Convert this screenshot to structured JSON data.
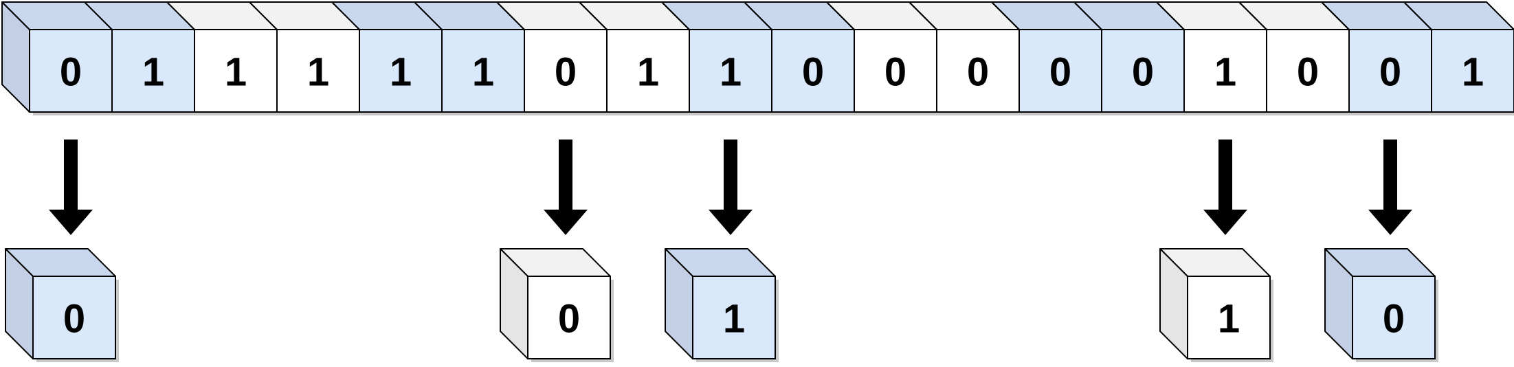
{
  "palette": {
    "blue_front": "#dae8fc",
    "blue_top": "#c9d8ef",
    "blue_side": "#c2cfe4",
    "white_front": "#ffffff",
    "white_top": "#f2f2f2",
    "white_side": "#e5e5e5",
    "stroke": "#000000",
    "arrow": "#000000",
    "shadow": "#c8c8c8"
  },
  "row": {
    "bits": [
      "0",
      "1",
      "1",
      "1",
      "1",
      "1",
      "0",
      "1",
      "1",
      "0",
      "0",
      "0",
      "0",
      "0",
      "1",
      "0",
      "0",
      "1"
    ],
    "shades": [
      "blue",
      "blue",
      "white",
      "white",
      "blue",
      "blue",
      "white",
      "white",
      "blue",
      "blue",
      "white",
      "white",
      "blue",
      "blue",
      "white",
      "white",
      "blue",
      "blue"
    ]
  },
  "selections": [
    {
      "from_index": 0,
      "bit": "0",
      "shade": "blue"
    },
    {
      "from_index": 6,
      "bit": "0",
      "shade": "white"
    },
    {
      "from_index": 8,
      "bit": "1",
      "shade": "blue"
    },
    {
      "from_index": 14,
      "bit": "1",
      "shade": "white"
    },
    {
      "from_index": 16,
      "bit": "0",
      "shade": "blue"
    }
  ]
}
